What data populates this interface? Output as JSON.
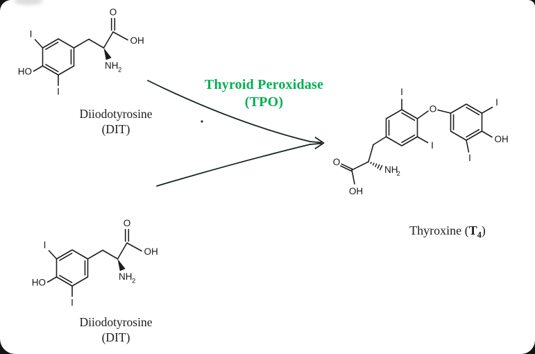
{
  "surface": {
    "outer_background": "#141414",
    "background": "#ffffff",
    "structure_color": "#1d1d1d",
    "arrow_color": "#15231d"
  },
  "enzyme": {
    "line1": "Thyroid Peroxidase",
    "line2": "(TPO)",
    "color": "#00b050"
  },
  "dit_top": {
    "atoms": {
      "iodine_ring_top": "I",
      "hydroxyl": "HO",
      "iodine_ring_bottom": "I",
      "carbonyl_oxygen": "O",
      "carboxyl_hydroxyl": "OH",
      "amine": "NH",
      "amine_subscript": "2"
    },
    "caption_line1": "Diiodotyrosine",
    "caption_line2": "(DIT)"
  },
  "dit_bottom": {
    "atoms": {
      "iodine_ring_top": "I",
      "hydroxyl": "HO",
      "iodine_ring_bottom": "I",
      "carbonyl_oxygen": "O",
      "carboxyl_hydroxyl": "OH",
      "amine": "NH",
      "amine_subscript": "2"
    },
    "caption_line1": "Diiodotyrosine",
    "caption_line2": "(DIT)"
  },
  "thyroxine": {
    "atoms": {
      "iodine_inner_ring_top": "I",
      "iodine_inner_ring_right": "I",
      "ether_oxygen": "O",
      "iodine_outer_ring_top": "I",
      "iodine_outer_ring_bottom": "I",
      "phenol_hydroxyl": "OH",
      "carbonyl_oxygen": "O",
      "carboxyl_hydroxyl": "OH",
      "amine": "NH",
      "amine_subscript": "2"
    },
    "caption_prefix": "Thyroxine (",
    "caption_symbol": "T",
    "caption_subscript": "4",
    "caption_suffix": ")"
  }
}
